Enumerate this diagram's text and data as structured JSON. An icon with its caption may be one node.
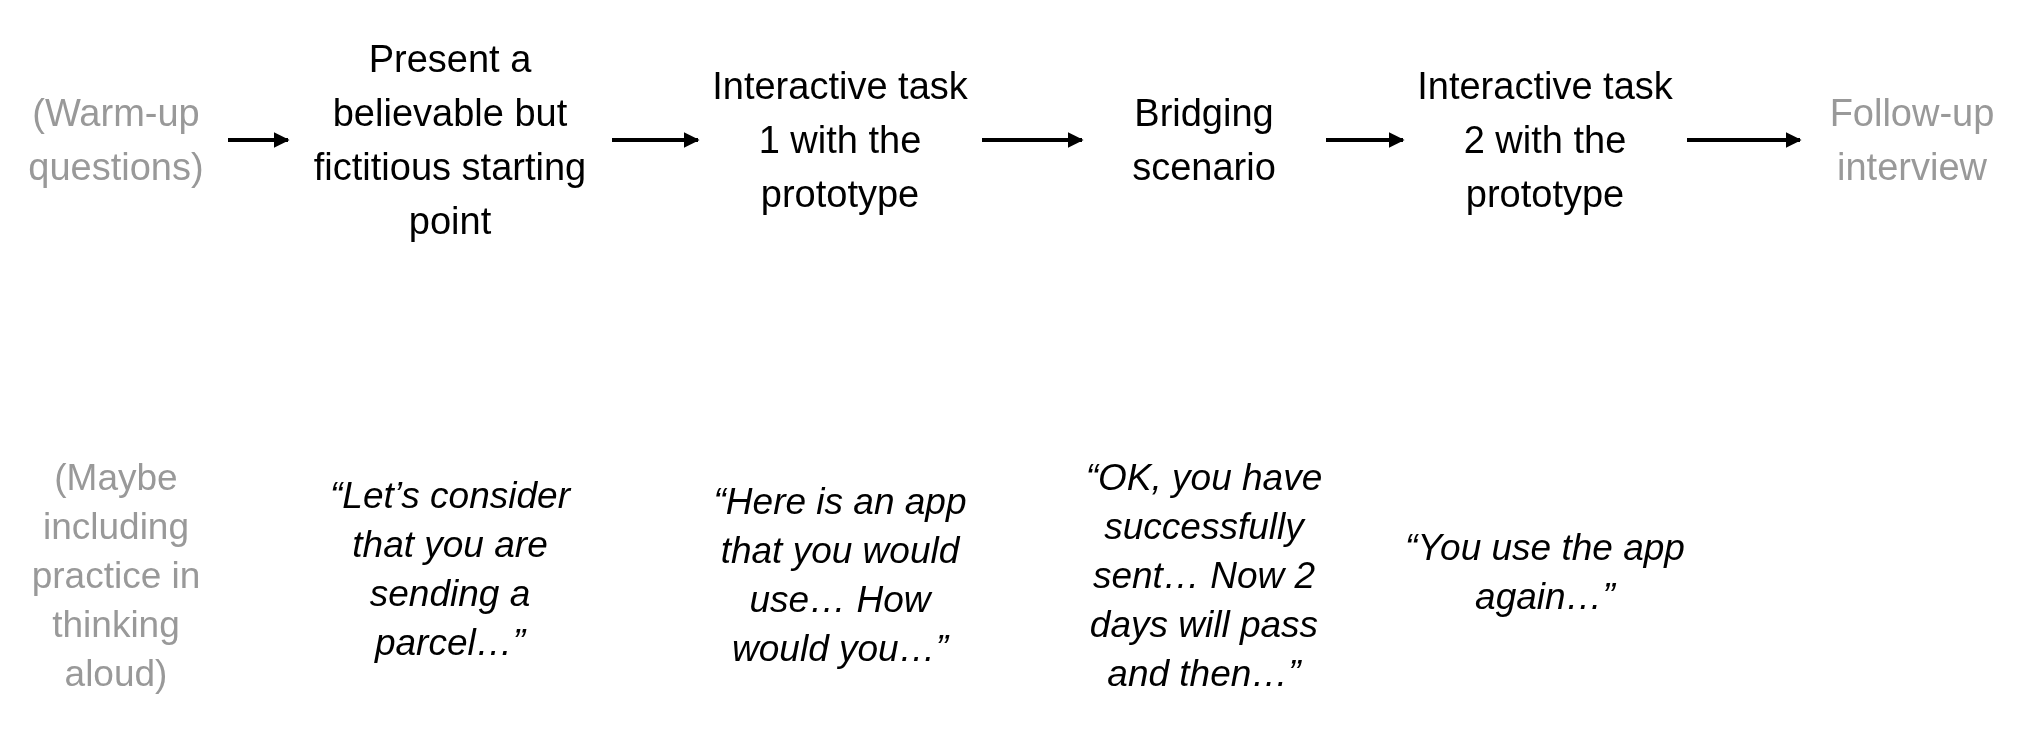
{
  "diagram": {
    "nodes": [
      {
        "text": [
          "(Warm-up questions)"
        ]
      },
      {
        "text": [
          "Present a believable but fictitious starting point"
        ]
      },
      {
        "text": [
          "Interactive task 1 with the prototype"
        ]
      },
      {
        "text": [
          "Bridging scenario"
        ]
      },
      {
        "text": [
          "Interactive task 2 with the prototype"
        ]
      },
      {
        "text": [
          "Follow-up interview"
        ]
      }
    ],
    "edges": [
      {
        "from": 0,
        "to": 1,
        "arrow": "to"
      },
      {
        "from": 1,
        "to": 2,
        "arrow": "to"
      },
      {
        "from": 2,
        "to": 3,
        "arrow": "to"
      },
      {
        "from": 3,
        "to": 4,
        "arrow": "to"
      },
      {
        "from": 4,
        "to": 5,
        "arrow": "to"
      }
    ],
    "labels": [
      "(Maybe including practice in thinking aloud)",
      "“Let’s consider that you are sending a parcel…”",
      "“Here is an app that you would use… How would you…”",
      "“OK, you have successfully sent… Now 2 days will pass and then…”",
      "“You use the app again…”"
    ]
  }
}
